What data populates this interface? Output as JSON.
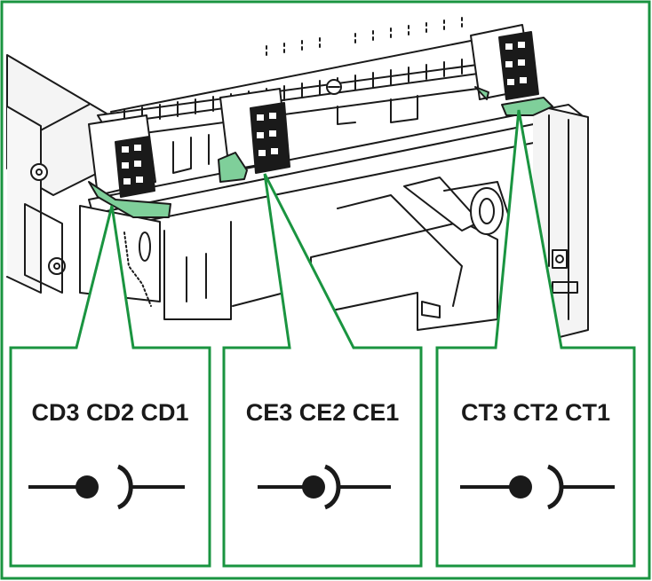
{
  "colors": {
    "frame_green": "#1a9440",
    "accent_green": "#7fcf9a",
    "line_dark": "#1a1a1a",
    "fill_light": "#f2f2f2"
  },
  "groups": [
    {
      "label": "CD3 CD2 CD1",
      "symbol": "connector-plug-socket-icon"
    },
    {
      "label": "CE3 CE2 CE1",
      "symbol": "connector-plug-socket-icon"
    },
    {
      "label": "CT3 CT2 CT1",
      "symbol": "connector-plug-socket-icon"
    }
  ]
}
